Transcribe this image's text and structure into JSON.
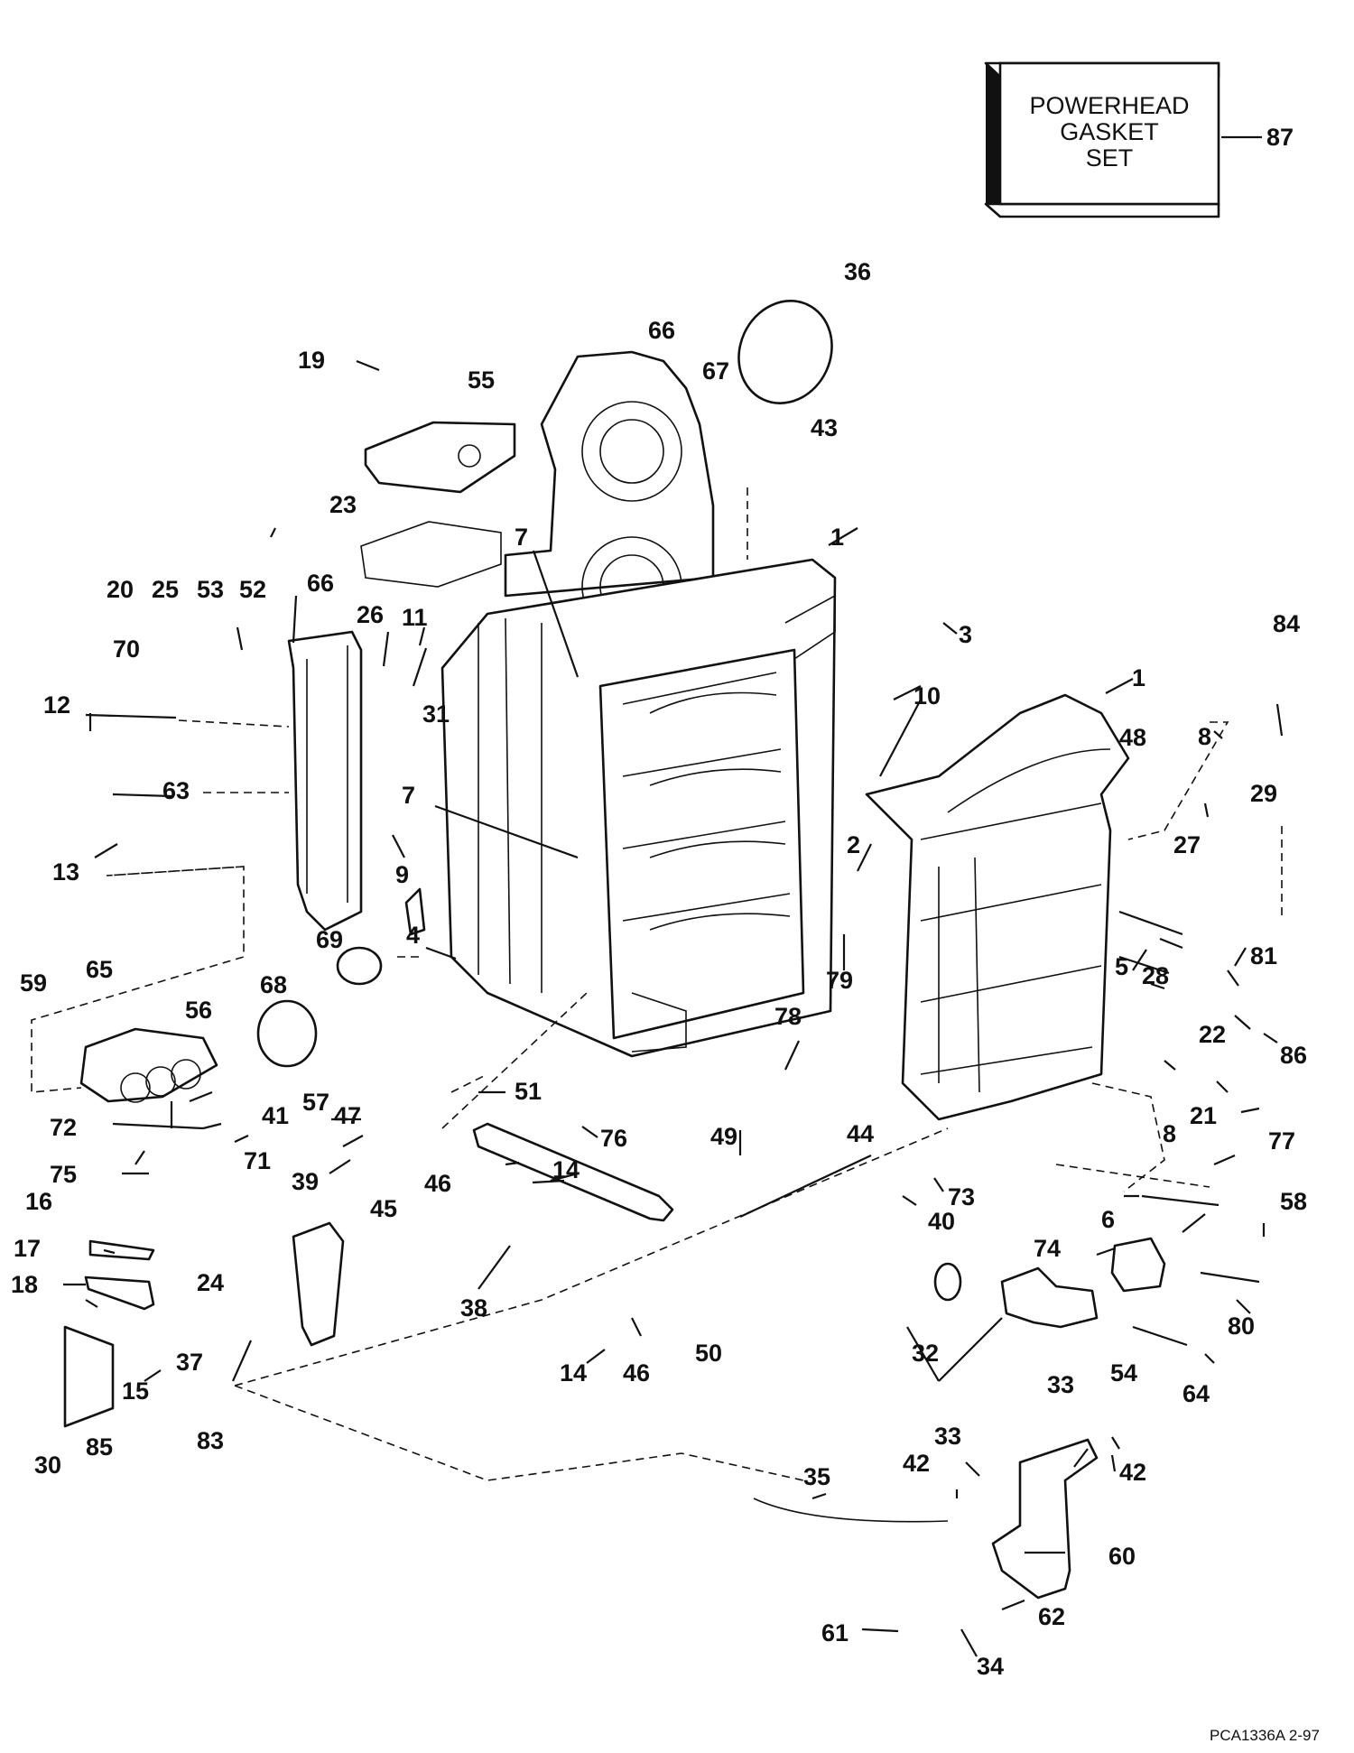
{
  "diagram": {
    "box_lines": [
      "POWERHEAD",
      "GASKET",
      "SET"
    ],
    "box_callout": "87",
    "drawing_code": "PCA1336A   2-97",
    "callouts": {
      "c1a": "1",
      "c1b": "1",
      "c2": "2",
      "c3": "3",
      "c4": "4",
      "c5": "5",
      "c6": "6",
      "c7a": "7",
      "c7b": "7",
      "c8a": "8",
      "c8b": "8",
      "c9": "9",
      "c10": "10",
      "c11": "11",
      "c12": "12",
      "c13": "13",
      "c14a": "14",
      "c14b": "14",
      "c15": "15",
      "c16": "16",
      "c17": "17",
      "c18": "18",
      "c19": "19",
      "c20": "20",
      "c21": "21",
      "c22": "22",
      "c23": "23",
      "c24": "24",
      "c25": "25",
      "c26": "26",
      "c27": "27",
      "c28": "28",
      "c29": "29",
      "c30": "30",
      "c31": "31",
      "c32": "32",
      "c33a": "33",
      "c33b": "33",
      "c34": "34",
      "c35": "35",
      "c36": "36",
      "c37": "37",
      "c38": "38",
      "c39": "39",
      "c40": "40",
      "c41": "41",
      "c42a": "42",
      "c42b": "42",
      "c43": "43",
      "c44": "44",
      "c45": "45",
      "c46a": "46",
      "c46b": "46",
      "c47": "47",
      "c48": "48",
      "c49": "49",
      "c50": "50",
      "c51": "51",
      "c52": "52",
      "c53": "53",
      "c54": "54",
      "c55": "55",
      "c56": "56",
      "c57": "57",
      "c58": "58",
      "c59": "59",
      "c60": "60",
      "c61": "61",
      "c62": "62",
      "c63": "63",
      "c64": "64",
      "c65": "65",
      "c66a": "66",
      "c66b": "66",
      "c67": "67",
      "c68": "68",
      "c69": "69",
      "c70": "70",
      "c71": "71",
      "c72": "72",
      "c73": "73",
      "c74": "74",
      "c75": "75",
      "c76": "76",
      "c77": "77",
      "c78": "78",
      "c79": "79",
      "c80": "80",
      "c81": "81",
      "c83": "83",
      "c84": "84",
      "c85": "85",
      "c86": "86"
    }
  }
}
